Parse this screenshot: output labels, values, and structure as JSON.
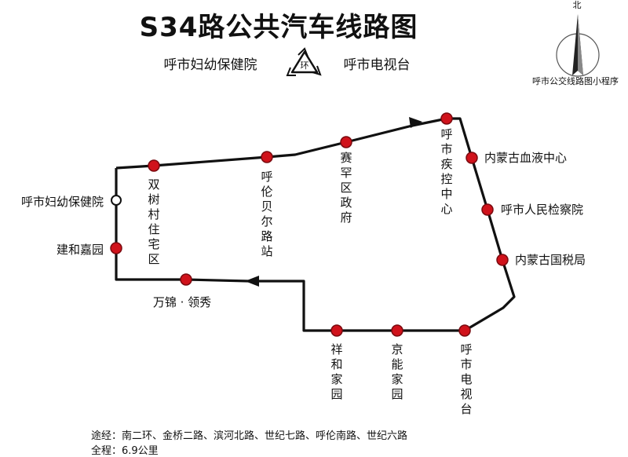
{
  "title": "S34路公共汽车线路图",
  "terminal_a": "呼市妇幼保健院",
  "terminal_b": "呼市电视台",
  "loop_badge": "环",
  "compass_north": "北",
  "compass_caption": "呼市公交线路图小程序",
  "stops": [
    {
      "id": "fuyou",
      "name": "呼市妇幼保健院",
      "vertical": false,
      "marker": "hollow"
    },
    {
      "id": "shuangshu",
      "name": "双树村住宅区",
      "vertical": true,
      "marker": "red"
    },
    {
      "id": "hulunbeier",
      "name": "呼伦贝尔路站",
      "vertical": true,
      "marker": "red"
    },
    {
      "id": "saihan",
      "name": "赛罕区政府",
      "vertical": true,
      "marker": "red"
    },
    {
      "id": "jikong",
      "name": "呼市疾控中心",
      "vertical": true,
      "marker": "red"
    },
    {
      "id": "xueye",
      "name": "内蒙古血液中心",
      "vertical": false,
      "marker": "red"
    },
    {
      "id": "jianchayuan",
      "name": "呼市人民检察院",
      "vertical": false,
      "marker": "red"
    },
    {
      "id": "shuiwu",
      "name": "内蒙古国税局",
      "vertical": false,
      "marker": "red"
    },
    {
      "id": "dianshitai",
      "name": "呼市电视台",
      "vertical": true,
      "marker": "red"
    },
    {
      "id": "jingneng",
      "name": "京能家园",
      "vertical": true,
      "marker": "red"
    },
    {
      "id": "xianghe",
      "name": "祥和家园",
      "vertical": true,
      "marker": "red"
    },
    {
      "id": "wanjin",
      "name": "万锦 · 领秀",
      "vertical": false,
      "marker": "red"
    },
    {
      "id": "jianhe",
      "name": "建和嘉园",
      "vertical": false,
      "marker": "red"
    }
  ],
  "route_text": "途经：南二环、金桥二路、滨河北路、世纪七路、呼伦南路、世纪六路",
  "length_text": "全程：6.9公里",
  "colors": {
    "route": "#111111",
    "stop": "#d0121b",
    "stop_ring": "#7a0a0f",
    "text": "#111111"
  }
}
